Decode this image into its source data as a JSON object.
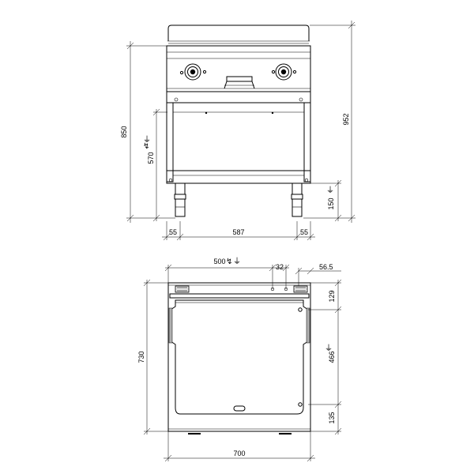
{
  "front_view": {
    "dim_overall_height": "952",
    "dim_leg_height": "850",
    "dim_connection_height": "570",
    "dim_foot_height": "150",
    "dim_side_left": "55",
    "dim_width_inner": "587",
    "dim_side_right": "55",
    "electric_symbol": "↯",
    "water_symbol": "⏚"
  },
  "top_view": {
    "dim_connection_x": "500",
    "dim_connection_gap": "32",
    "dim_right_offset": "56.5",
    "dim_back_depth": "129",
    "dim_drain_depth": "466",
    "dim_front_depth": "135",
    "dim_side_depth": "730",
    "dim_width": "700",
    "electric_symbol": "↯",
    "water_symbol": "⏚"
  }
}
